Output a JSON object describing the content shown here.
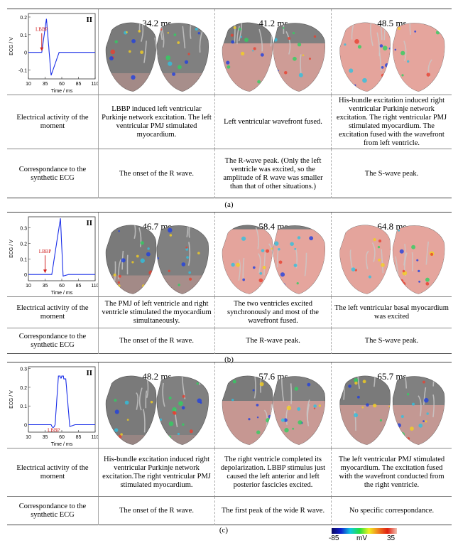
{
  "colorbar": {
    "min": "-85",
    "unit": "mV",
    "max": "35"
  },
  "panels": [
    {
      "label": "(a)",
      "lead": "II",
      "ecg": {
        "ylabel": "ECG / V",
        "xlabel": "Time / ms",
        "yticks": [
          "0.2",
          "0.1",
          "0",
          "-0.1"
        ],
        "xticks": [
          "10",
          "35",
          "60",
          "85",
          "110"
        ],
        "marker": "LBBP"
      },
      "frames": [
        {
          "time": "34.2 ms",
          "excite": 0.25
        },
        {
          "time": "41.2 ms",
          "excite": 0.6
        },
        {
          "time": "48.5 ms",
          "excite": 0.9
        }
      ],
      "rows": [
        {
          "header": "Electrical activity of the moment",
          "cells": [
            "LBBP induced left ventricular Purkinje network excitation. The left ventricular PMJ stimulated myocardium.",
            "Left ventricular wavefront fused.",
            "His-bundle excitation induced right ventricular Purkinje network excitation. The right ventricular PMJ stimulated myocardium. The excitation fused with the wavefront from left ventricle."
          ]
        },
        {
          "header": "Correspondance to the synthetic ECG",
          "cells": [
            "The onset of the R wave.",
            "The R-wave peak. (Only the left ventricle was excited, so the amplitude of R wave was smaller than that of other situations.)",
            "The S-wave peak."
          ]
        }
      ]
    },
    {
      "label": "(b)",
      "lead": "II",
      "ecg": {
        "ylabel": "ECG / V",
        "xlabel": "Time / ms",
        "yticks": [
          "0.3",
          "0.2",
          "0.1",
          "0"
        ],
        "xticks": [
          "10",
          "35",
          "60",
          "85",
          "110"
        ],
        "marker": "LBBP"
      },
      "frames": [
        {
          "time": "46.7 ms",
          "excite": 0.25
        },
        {
          "time": "58.4 ms",
          "excite": 0.8
        },
        {
          "time": "64.8 ms",
          "excite": 0.95
        }
      ],
      "rows": [
        {
          "header": "Electrical activity of the moment",
          "cells": [
            "The PMJ of left ventricle and right ventricle stimulated the myocardium simultaneously.",
            "The two ventricles excited synchronously and most of the wavefront fused.",
            "The left ventricular basal myocardium was excited"
          ]
        },
        {
          "header": "Correspondance to the synthetic ECG",
          "cells": [
            "The onset of the R wave.",
            "The R-wave peak.",
            "The S-wave peak."
          ]
        }
      ]
    },
    {
      "label": "(c)",
      "lead": "II",
      "ecg": {
        "ylabel": "ECG / V",
        "xlabel": "Time / ms",
        "yticks": [
          "0.3",
          "0.2",
          "0.1",
          "0"
        ],
        "xticks": [
          "10",
          "35",
          "60",
          "85",
          "110"
        ],
        "marker": "LBBP"
      },
      "frames": [
        {
          "time": "48.2 ms",
          "excite": 0.15
        },
        {
          "time": "57.6 ms",
          "excite": 0.55
        },
        {
          "time": "65.7 ms",
          "excite": 0.5
        }
      ],
      "rows": [
        {
          "header": "Electrical activity of the moment",
          "cells": [
            "His-bundle excitation induced right ventricular Purkinje network excitation.The right ventricular PMJ stimulated myocardium.",
            "The right ventricle completed its depolarization. LBBP stimulus just caused the left anterior and left posterior fascicles excited.",
            "The left ventricular PMJ stimulated myocardium. The excitation fused with the wavefront conducted from the right ventricle."
          ]
        },
        {
          "header": "Correspondance to the synthetic ECG",
          "cells": [
            "The onset of the R wave.",
            "The first peak of the wide R wave.",
            "No specific correspondance."
          ]
        }
      ]
    }
  ]
}
